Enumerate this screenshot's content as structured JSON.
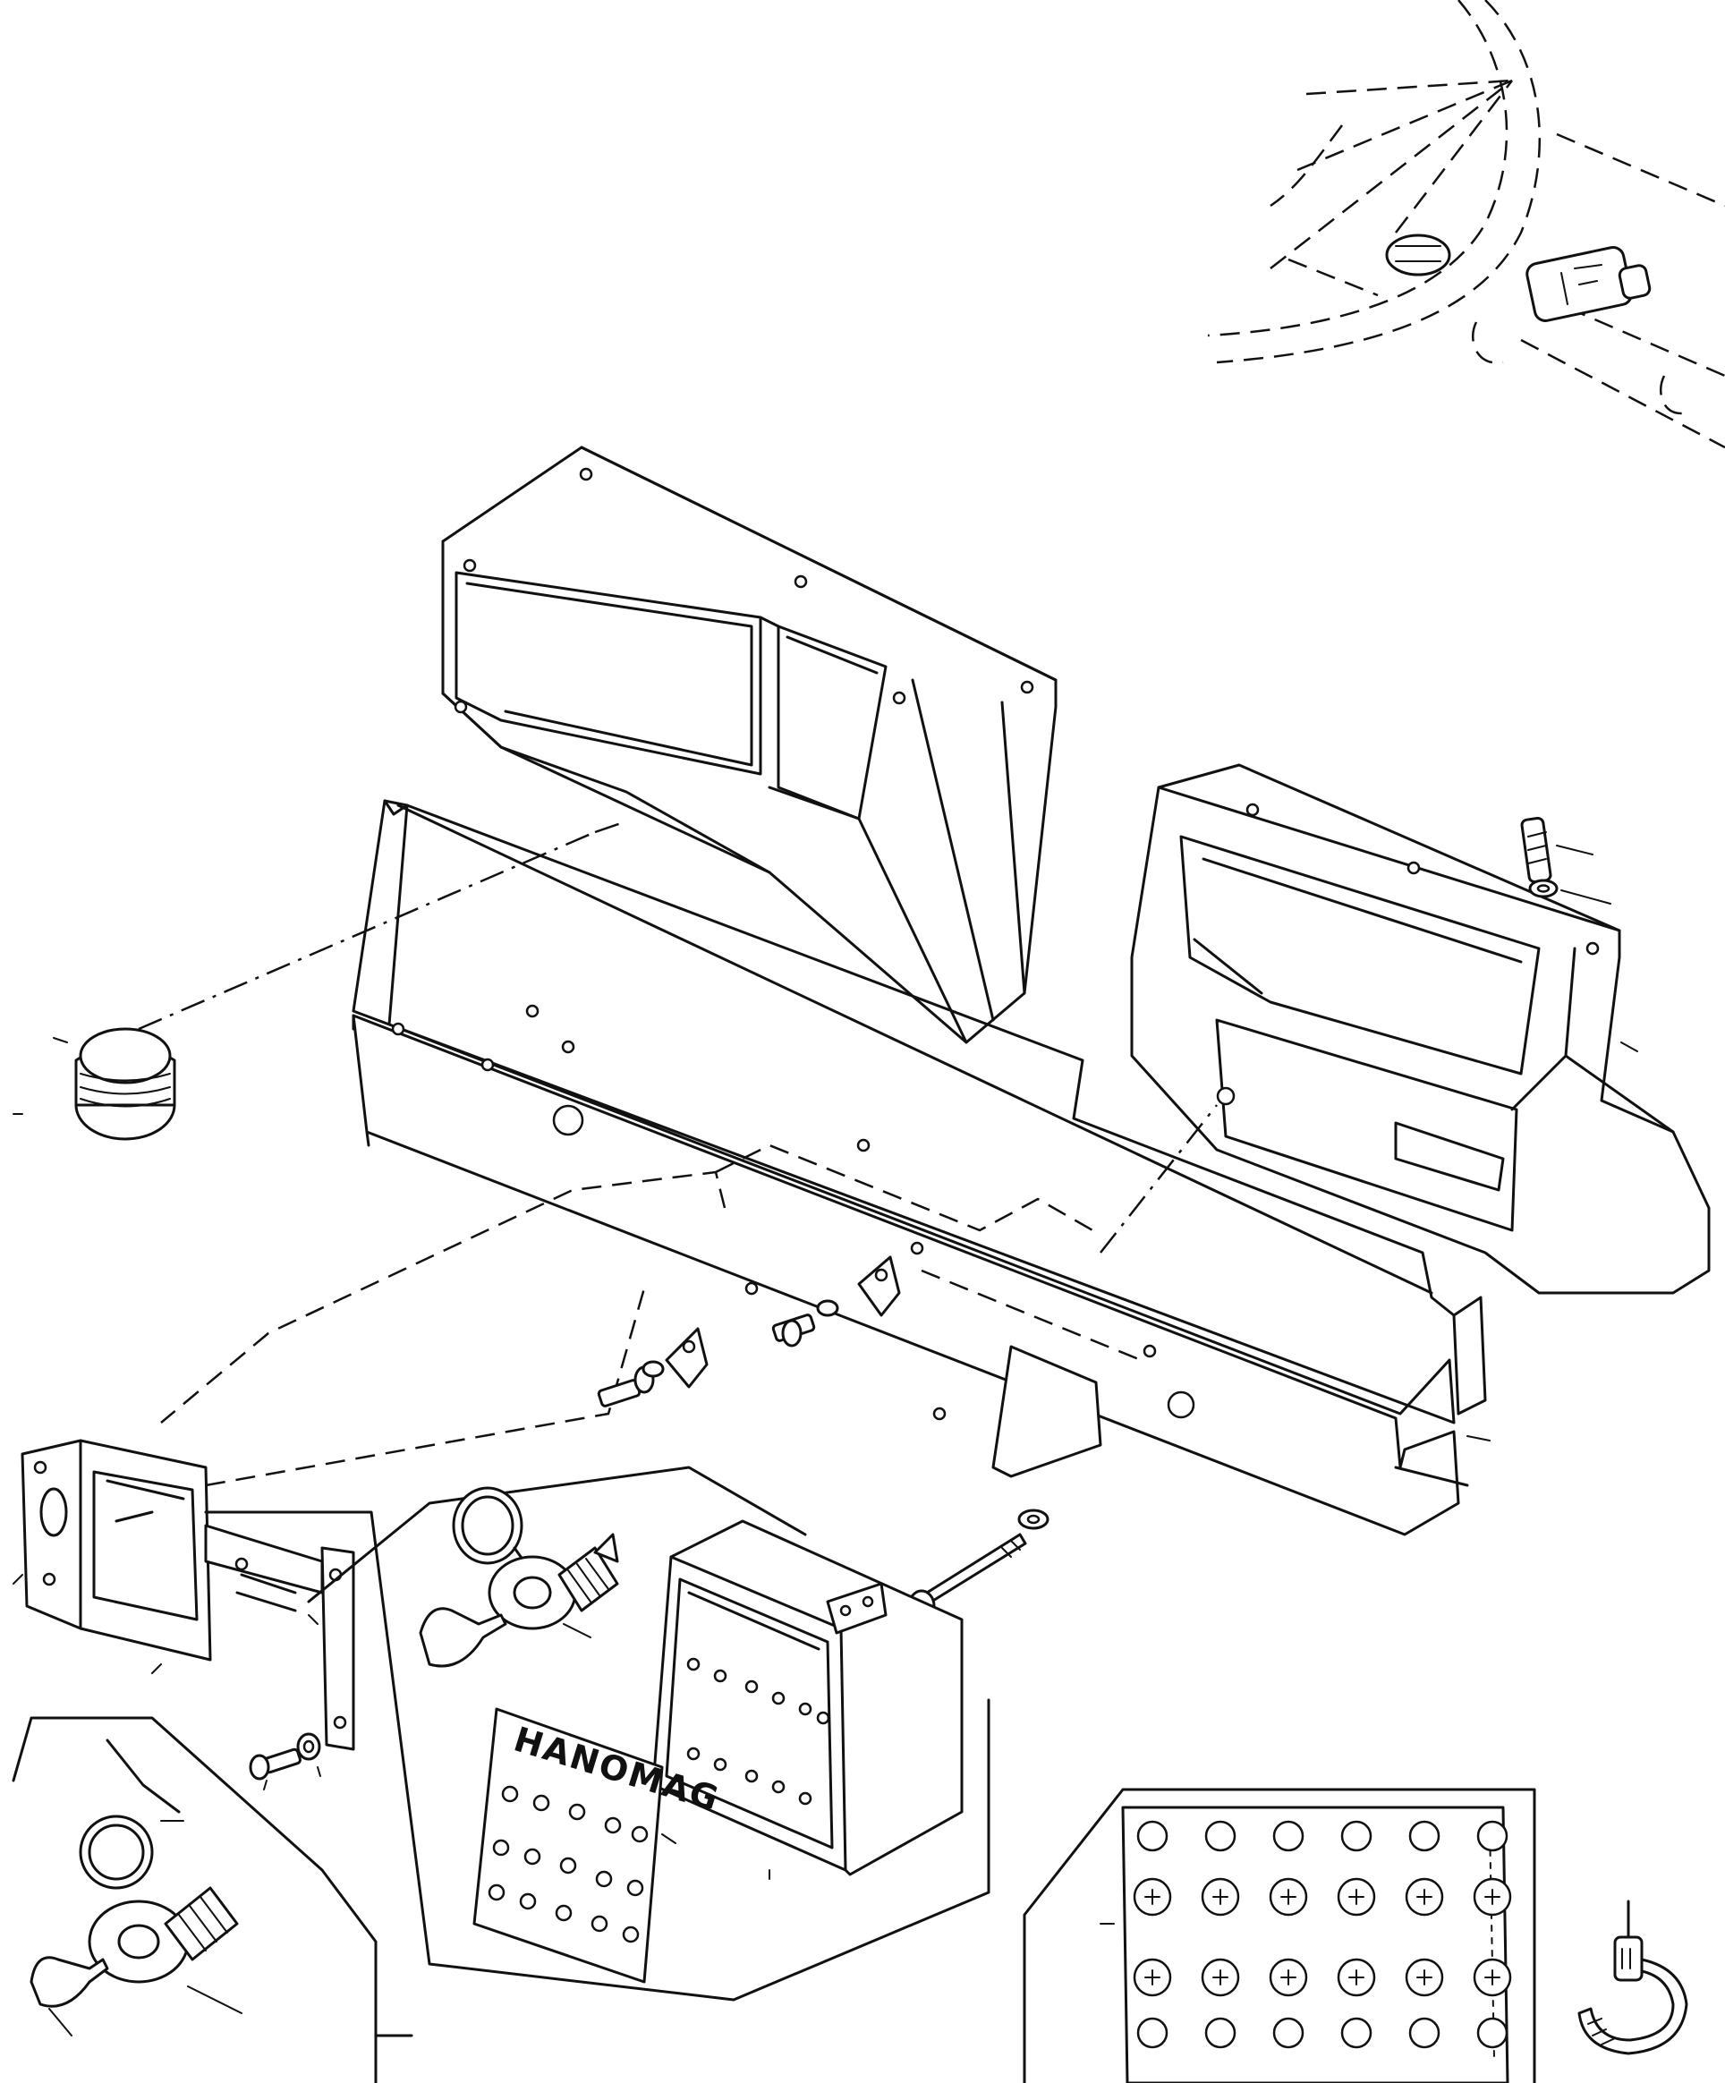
{
  "panel_plate": {
    "brand_text": "HANOMAG"
  },
  "insets": {
    "indicator_lamp_panel_rows": 4,
    "indicator_lamp_panel_cols": 6
  }
}
